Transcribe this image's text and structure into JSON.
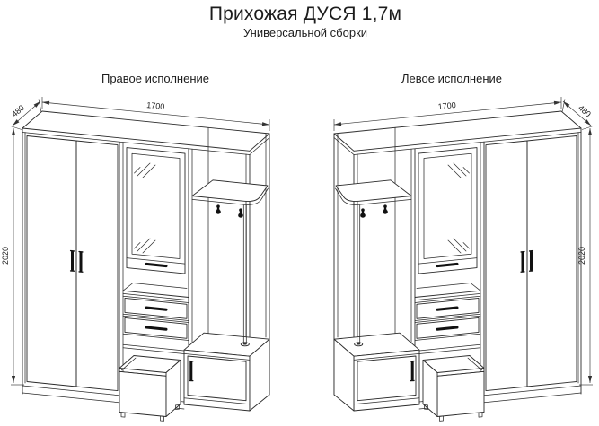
{
  "page": {
    "title": "Прихожая ДУСЯ 1,7м",
    "subtitle": "Универсальной сборки"
  },
  "figures": [
    {
      "label": "Правое исполнение",
      "dimensions": {
        "width": "1700",
        "depth": "480",
        "height": "2020"
      }
    },
    {
      "label": "Левое исполнение",
      "dimensions": {
        "width": "1700",
        "depth": "480",
        "height": "2020"
      }
    }
  ],
  "colors": {
    "line": "#2b2b2b",
    "background": "#ffffff"
  }
}
